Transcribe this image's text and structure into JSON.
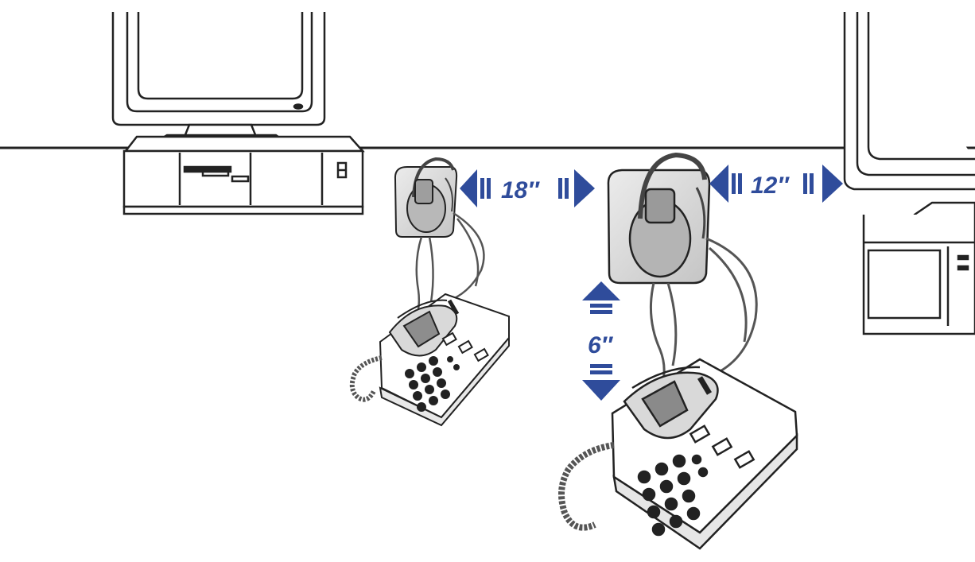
{
  "diagram": {
    "measurements": {
      "distance_left": "18″",
      "distance_right": "12″",
      "distance_vertical": "6″"
    },
    "colors": {
      "arrow": "#2f4c9b",
      "line": "#222222",
      "base_fill": "#d9d9d9",
      "base_shade": "#bdbdbd",
      "background": "#ffffff"
    },
    "icons": [
      "computer-monitor-icon",
      "desktop-tower-icon",
      "headset-base-icon",
      "desk-phone-icon",
      "double-arrow-icon"
    ]
  }
}
